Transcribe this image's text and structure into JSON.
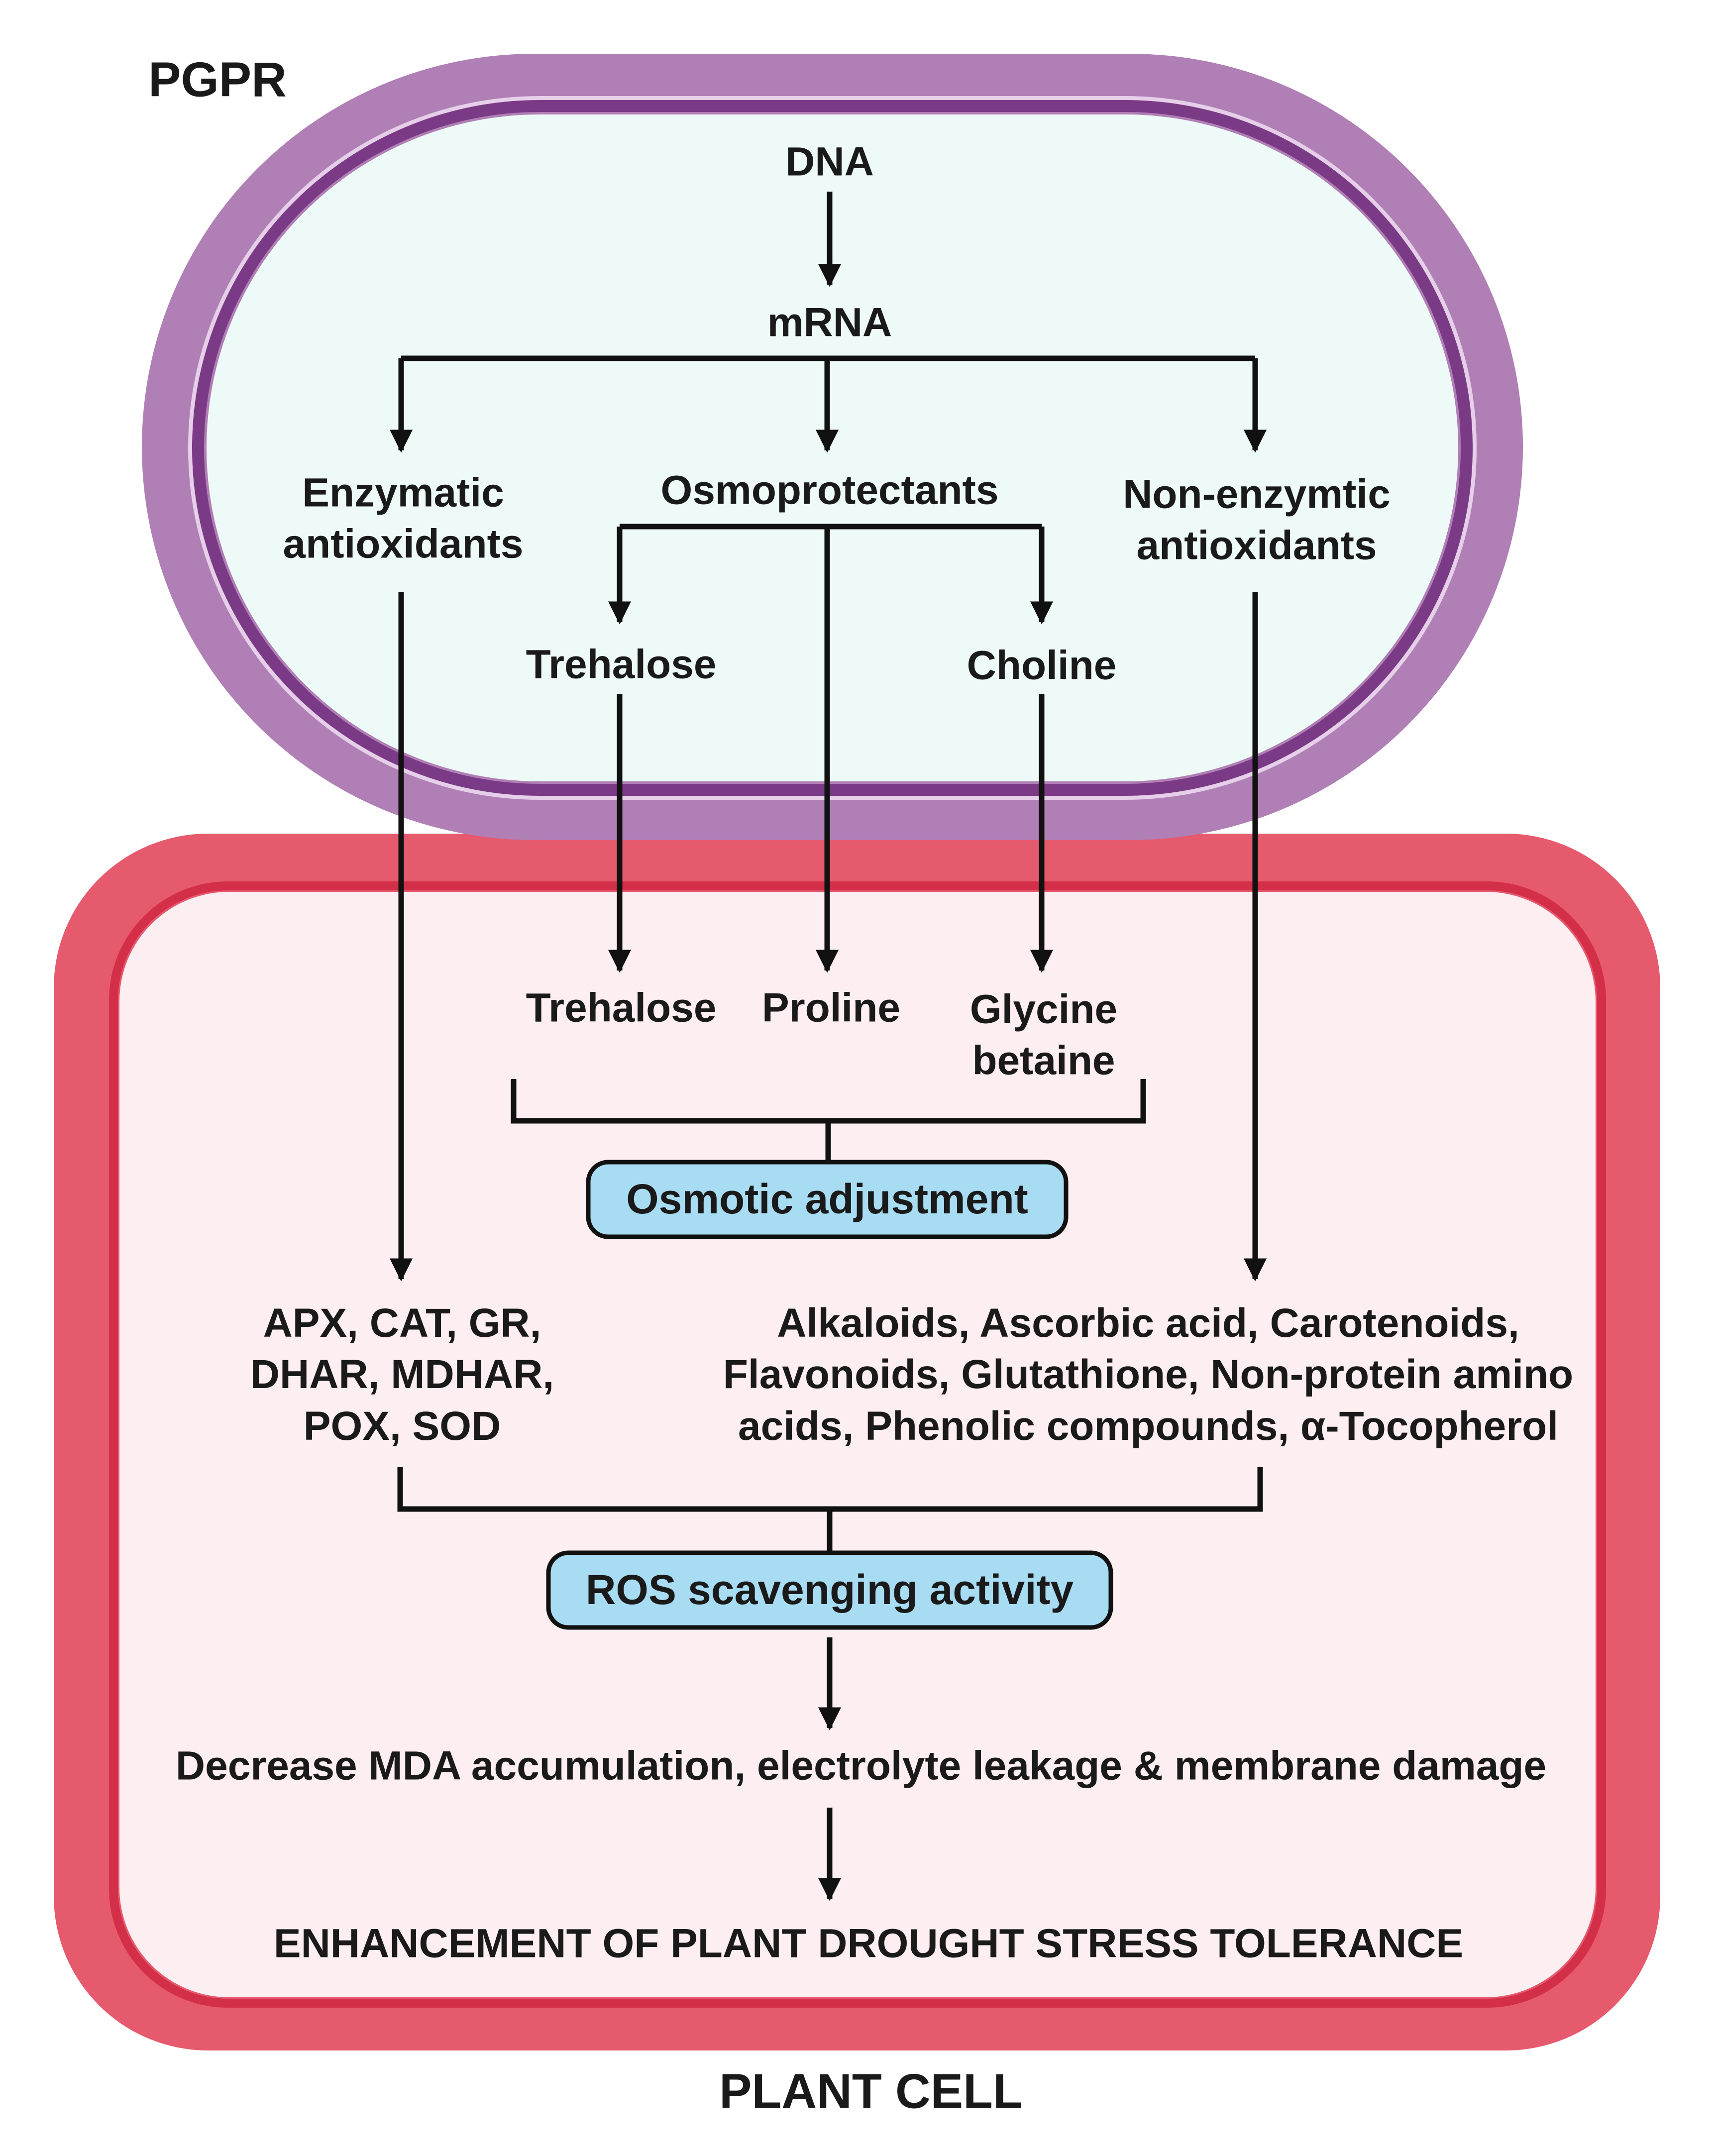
{
  "labels": {
    "pgpr": "PGPR",
    "plant_cell": "PLANT CELL",
    "dna": "DNA",
    "mrna": "mRNA",
    "enzymatic": "Enzymatic\nantioxidants",
    "osmoprotectants": "Osmoprotectants",
    "non_enzymatic": "Non-enzymtic\nantioxidants",
    "trehalose_top": "Trehalose",
    "choline": "Choline",
    "trehalose_bottom": "Trehalose",
    "proline": "Proline",
    "glycine_betaine": "Glycine\nbetaine",
    "osmotic_adjustment": "Osmotic adjustment",
    "enzymes_list": "APX, CAT, GR,\nDHAR, MDHAR,\nPOX, SOD",
    "non_enzymatic_list": "Alkaloids, Ascorbic acid, Carotenoids,\nFlavonoids, Glutathione, Non-protein amino\nacids, Phenolic compounds, α-Tocopherol",
    "ros_scavenging": "ROS scavenging activity",
    "decrease": "Decrease MDA accumulation, electrolyte leakage & membrane damage",
    "enhancement": "ENHANCEMENT OF PLANT DROUGHT STRESS TOLERANCE"
  },
  "colors": {
    "pgpr_outer": "#b07fb5",
    "pgpr_ring": "#7a3a86",
    "pgpr_inner": "#eefaf8",
    "cell_outer": "#e65a6e",
    "cell_ring": "#d42f48",
    "cell_inner": "#fdeef1",
    "label_box": "#a8dcf3",
    "arrow": "#111111"
  }
}
